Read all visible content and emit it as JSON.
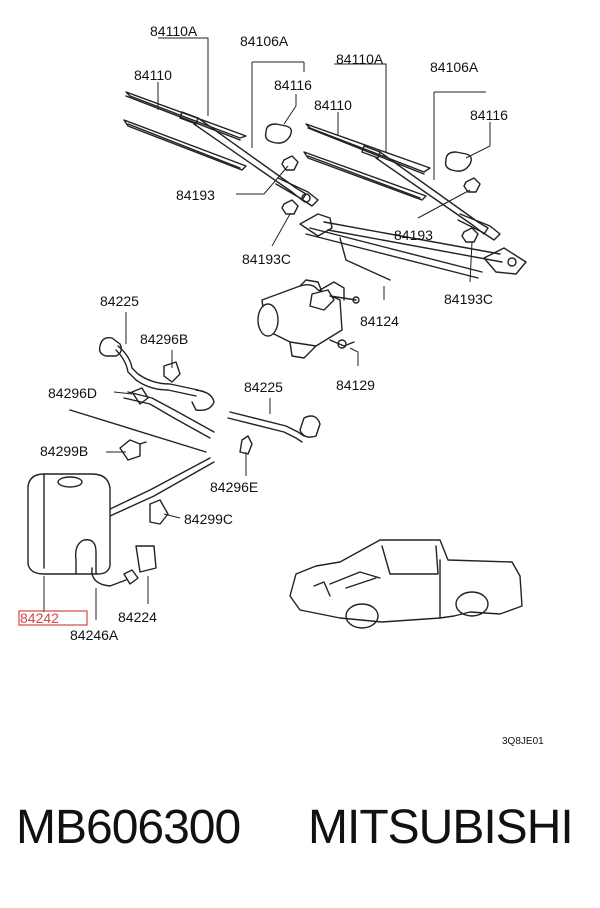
{
  "diagram": {
    "labels": {
      "l84110A_left": "84110A",
      "l84106A_left": "84106A",
      "l84110_left": "84110",
      "l84116_left": "84116",
      "l84193_left": "84193",
      "l84110A_right": "84110A",
      "l84106A_right": "84106A",
      "l84110_right": "84110",
      "l84116_right": "84116",
      "l84193_right": "84193",
      "l84193C_left": "84193C",
      "l84193C_right": "84193C",
      "l84124": "84124",
      "l84129": "84129",
      "l84225_left": "84225",
      "l84296B": "84296B",
      "l84296D": "84296D",
      "l84225_right": "84225",
      "l84299B": "84299B",
      "l84296E": "84296E",
      "l84299C": "84299C",
      "l84242": "84242",
      "l84224": "84224",
      "l84246A": "84246A",
      "code": "3Q8JE01"
    },
    "highlight_color": "#d64545"
  },
  "footer": {
    "part_number": "MB606300",
    "manufacturer": "MITSUBISHI"
  }
}
